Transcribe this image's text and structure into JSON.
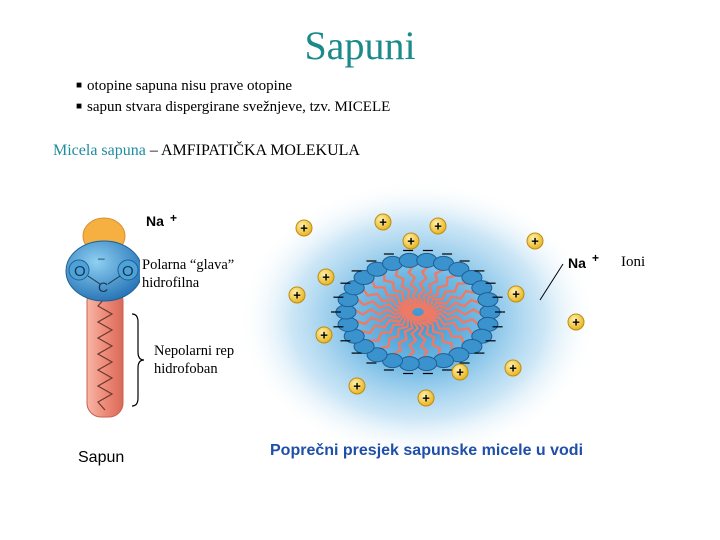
{
  "title": "Sapuni",
  "bullets": [
    "otopine sapuna nisu prave otopine",
    "sapun stvara dispergirane svežnjeve, tzv. MICELE"
  ],
  "subtitle": {
    "teal": "Micela sapuna",
    "rest": " – AMFIPATIČKA MOLEKULA"
  },
  "molecule": {
    "ion_label": "Na",
    "oxygen_label": "O",
    "carbon_label": "C",
    "head_label_line1": "Polarna “glava”",
    "head_label_line2": "hidrofilna",
    "tail_label_line1": "Nepolarni rep",
    "tail_label_line2": "hidrofoban",
    "caption": "Sapun"
  },
  "micelle": {
    "ion_label": "Na",
    "ioni_label": "Ioni",
    "plus_symbol": "+",
    "minus_symbol": "–",
    "caption": "Poprečni presjek sapunske micele u vodi"
  },
  "colors": {
    "title": "#1a8a8a",
    "head_orange": "#f5b041",
    "head_blue": "#2f86c6",
    "tail_red": "#ee8a78",
    "water_blue": "#2a8fce",
    "ion_yellow": "#f2c230",
    "caption_blue": "#1f4fa8"
  }
}
